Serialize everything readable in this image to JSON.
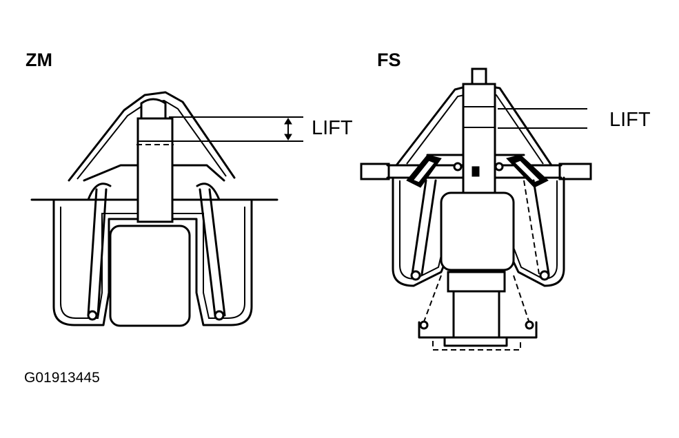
{
  "diagrams": [
    {
      "id": "zm",
      "title": "ZM",
      "lift_label": "LIFT"
    },
    {
      "id": "fs",
      "title": "FS",
      "lift_label": "LIFT"
    }
  ],
  "figure_id": "G01913445"
}
